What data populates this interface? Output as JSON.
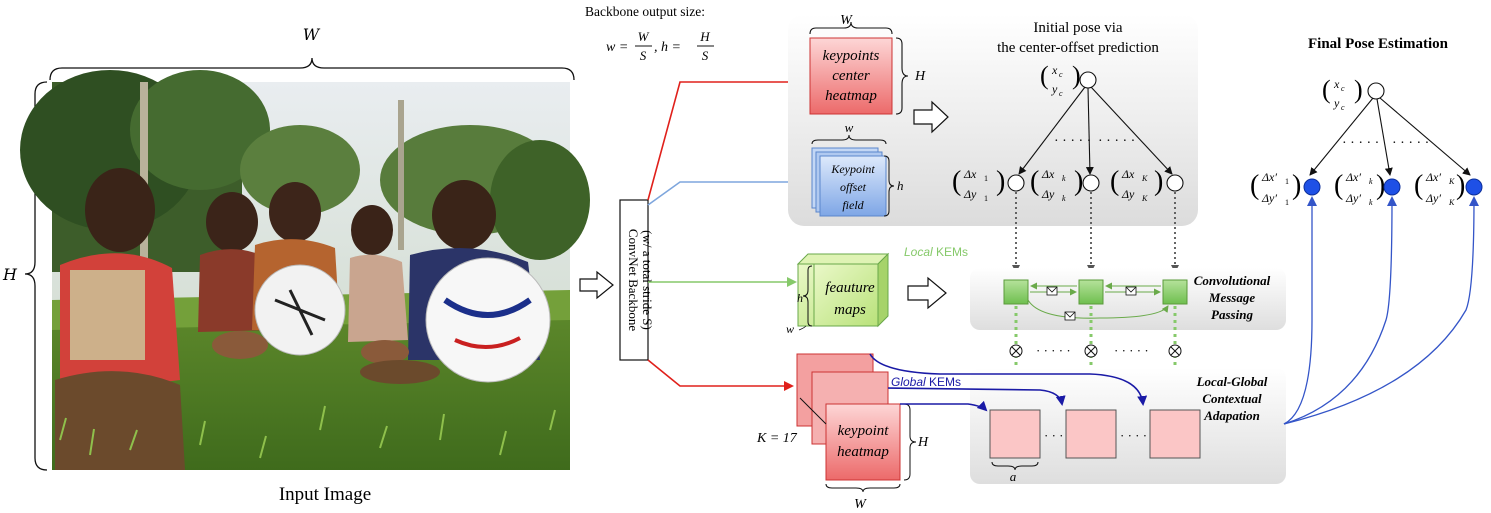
{
  "input": {
    "width_symbol": "W",
    "height_symbol": "H",
    "caption": "Input Image"
  },
  "backbone": {
    "output_size_title": "Backbone output size:",
    "w_lhs": "w =",
    "w_num": "W",
    "w_den": "S",
    "h_lhs": ", h =",
    "h_num": "H",
    "h_den": "S",
    "box_line1": "ConvNet Backbone",
    "box_line2": "(w/ a total stride S)"
  },
  "center_heatmap": {
    "lines": [
      "keypoints",
      "center",
      "heatmap"
    ],
    "width_symbol": "W",
    "height_symbol": "H"
  },
  "offset_field": {
    "lines": [
      "Keypoint",
      "offset",
      "field"
    ],
    "width_symbol": "w",
    "height_symbol": "h"
  },
  "initial_pose": {
    "title_line1": "Initial pose via",
    "title_line2": "the center-offset prediction",
    "center_top": "x",
    "center_top_sub": "c",
    "center_bot": "y",
    "center_bot_sub": "c",
    "offsets": [
      {
        "top": "Δx",
        "top_sub": "1",
        "bot": "Δy",
        "bot_sub": "1"
      },
      {
        "top": "Δx",
        "top_sub": "k",
        "bot": "Δy",
        "bot_sub": "k"
      },
      {
        "top": "Δx",
        "top_sub": "K",
        "bot": "Δy",
        "bot_sub": "K"
      }
    ],
    "dots": "· · · · ·"
  },
  "feature_maps": {
    "lines": [
      "feauture",
      "maps"
    ],
    "width_symbol": "w",
    "height_symbol": "h"
  },
  "kem_local": {
    "prefix": "Local",
    "suffix": " KEMs"
  },
  "kem_global": {
    "prefix": "Global",
    "suffix": " KEMs"
  },
  "message_passing": {
    "lines": [
      "Convolutional",
      "Message",
      "Passing"
    ]
  },
  "local_global": {
    "lines": [
      "Local-Global",
      "Contextual",
      "Adapation"
    ],
    "size_symbol": "a"
  },
  "keypoint_heatmap": {
    "lines": [
      "keypoint",
      "heatmap"
    ],
    "count_label": "K = 17",
    "width_symbol": "W",
    "height_symbol": "H"
  },
  "final_pose": {
    "title": "Final Pose Estimation",
    "center_top": "x",
    "center_top_sub": "c",
    "center_bot": "y",
    "center_bot_sub": "c",
    "offsets": [
      {
        "top": "Δx′",
        "top_sub": "1",
        "bot": "Δy′",
        "bot_sub": "1"
      },
      {
        "top": "Δx′",
        "top_sub": "k",
        "bot": "Δy′",
        "bot_sub": "k"
      },
      {
        "top": "Δx′",
        "top_sub": "K",
        "bot": "Δy′",
        "bot_sub": "K"
      }
    ],
    "dots": "· · · · ·"
  },
  "colors": {
    "red_path": "#e0201b",
    "blue_path": "#7ea6dd",
    "green_path": "#86c96a",
    "navy_path": "#1a1aa6",
    "final_blue": "#3455c8",
    "node_blue": "#1e50e6",
    "heatmap_red": "#f08a8a",
    "feature_green": "#c9ea8c",
    "offset_blue": "#9ab9ec",
    "panel_gray": "#e6e6e6"
  }
}
